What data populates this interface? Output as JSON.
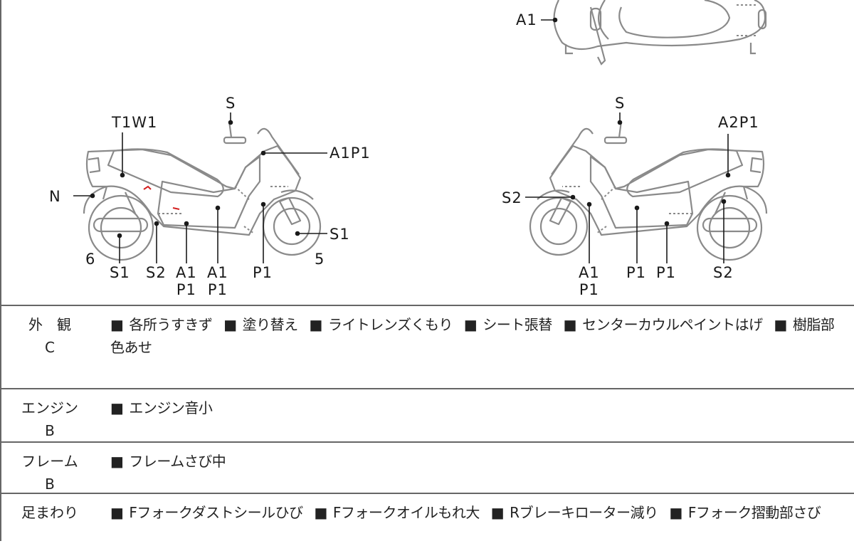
{
  "diagram": {
    "top_view": {
      "labels": {
        "a1": "A1"
      }
    },
    "left_view": {
      "labels": {
        "t1w1": "T1W1",
        "s": "S",
        "a1p1": "A1P1",
        "n": "N",
        "s1_front": "S1",
        "six": "6",
        "s1_rear": "S1",
        "s2": "S2",
        "a1_a": "A1",
        "p1_a": "P1",
        "a1_b": "A1",
        "p1_b": "P1",
        "p1": "P1",
        "five": "5"
      }
    },
    "right_view": {
      "labels": {
        "s": "S",
        "a2p1": "A2P1",
        "s2_front": "S2",
        "a1": "A1",
        "p1_a": "P1",
        "p1_b": "P1",
        "p1_c": "P1",
        "s2_rear": "S2"
      }
    },
    "colors": {
      "line": "#8a8a8a",
      "ink": "#1a1a1a",
      "mark": "#d42020"
    }
  },
  "table": {
    "bullet": "■",
    "rows": [
      {
        "category": "外　観",
        "grade": "C",
        "items": [
          "各所うすきず",
          "塗り替え",
          "ライトレンズくもり",
          "シート張替",
          "センターカウルペイントはげ",
          "樹脂部色あせ"
        ]
      },
      {
        "category": "エンジン",
        "grade": "B",
        "items": [
          "エンジン音小"
        ]
      },
      {
        "category": "フレーム",
        "grade": "B",
        "items": [
          "フレームさび中"
        ]
      },
      {
        "category": "足まわり",
        "grade": "",
        "items": [
          "Fフォークダストシールひび",
          "Fフォークオイルもれ大",
          "Rブレーキローター減り",
          "Fフォーク摺動部さび"
        ]
      }
    ]
  }
}
